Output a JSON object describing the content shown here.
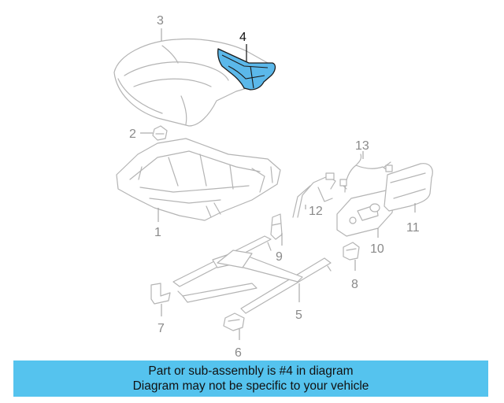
{
  "callouts": {
    "c1": "1",
    "c2": "2",
    "c3": "3",
    "c4": "4",
    "c5": "5",
    "c6": "6",
    "c7": "7",
    "c8": "8",
    "c9": "9",
    "c10": "10",
    "c11": "11",
    "c12": "12",
    "c13": "13"
  },
  "highlighted_part": "4",
  "colors": {
    "highlight": "#5bb8ea",
    "banner": "#55c3ee",
    "outline": "#b4b4b4"
  },
  "banner": {
    "line1": "Part or sub-assembly is #4 in diagram",
    "line2": "Diagram may not be specific to your vehicle"
  }
}
